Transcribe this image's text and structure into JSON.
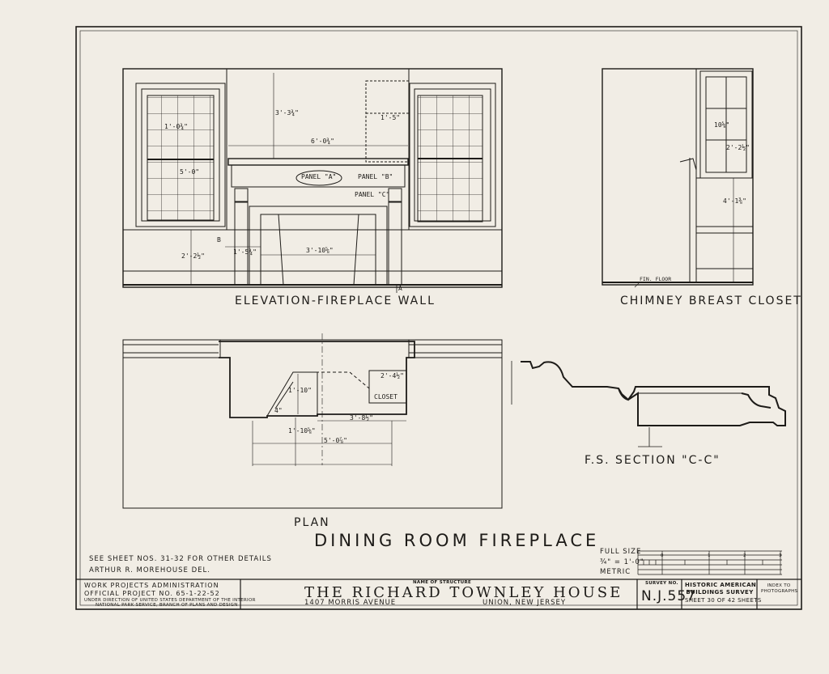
{
  "titles": {
    "elevation": "ELEVATION-FIREPLACE WALL",
    "closet": "CHIMNEY BREAST CLOSET",
    "plan": "PLAN",
    "main": "DINING ROOM FIREPLACE",
    "section": "F.S. SECTION \"C-C\""
  },
  "elevation_labels": {
    "panel_a": "PANEL \"A\"",
    "panel_b": "PANEL \"B\"",
    "panel_c": "PANEL \"C\"",
    "mark_a": "A",
    "mark_b": "B",
    "dim_width": "6'-0¾\"",
    "dim_opening": "3'-10⅝\"",
    "dim_window": "5'-0\"",
    "dim_base": "2'-2½\"",
    "dim_side": "1'-5¾\"",
    "dim_height": "3'-3¾\"",
    "dim_pier": "1'-5\"",
    "dim_sash": "1'-0¾\""
  },
  "closet_labels": {
    "fin_floor": "FIN. FLOOR",
    "dim_lower": "4'-1⅜\"",
    "dim_door": "10⅝\"",
    "dim_shelf": "2'-2½\""
  },
  "plan_labels": {
    "closet": "CLOSET",
    "dim_opening": "3'-8½\"",
    "dim_overall": "5'-0⅞\"",
    "dim_depth": "1'-10⅝\"",
    "dim_hearth": "1'-10\"",
    "dim_closet": "2'-4½\"",
    "dim_small": "4\""
  },
  "scale": {
    "full_size": "FULL SIZE",
    "three_quarter": "¾\" = 1'-0\"",
    "metric": "METRIC",
    "ticks": [
      "0",
      "1",
      "2",
      "3"
    ]
  },
  "notes": {
    "see_sheet": "SEE SHEET NOS. 31-32 FOR OTHER DETAILS",
    "delineator": "ARTHUR R. MOREHOUSE DEL."
  },
  "title_block": {
    "wpa_line1": "WORK PROJECTS ADMINISTRATION",
    "wpa_line2": "OFFICIAL PROJECT NO. 65-1-22-52",
    "wpa_line3": "UNDER DIRECTION OF UNITED STATES DEPARTMENT OF THE INTERIOR",
    "wpa_line4": "NATIONAL PARK SERVICE, BRANCH OF PLANS AND DESIGN",
    "structure_caption": "NAME OF STRUCTURE",
    "structure_name": "THE RICHARD TOWNLEY HOUSE",
    "address": "1407 MORRIS AVENUE",
    "location": "UNION, NEW JERSEY",
    "survey_caption": "SURVEY NO.",
    "survey_number": "N.J.557",
    "habs_line1": "HISTORIC AMERICAN",
    "habs_line2": "BUILDINGS SURVEY",
    "sheet_line": "SHEET 30 OF 42 SHEETS",
    "index_caption": "INDEX TO PHOTOGRAPHS"
  }
}
